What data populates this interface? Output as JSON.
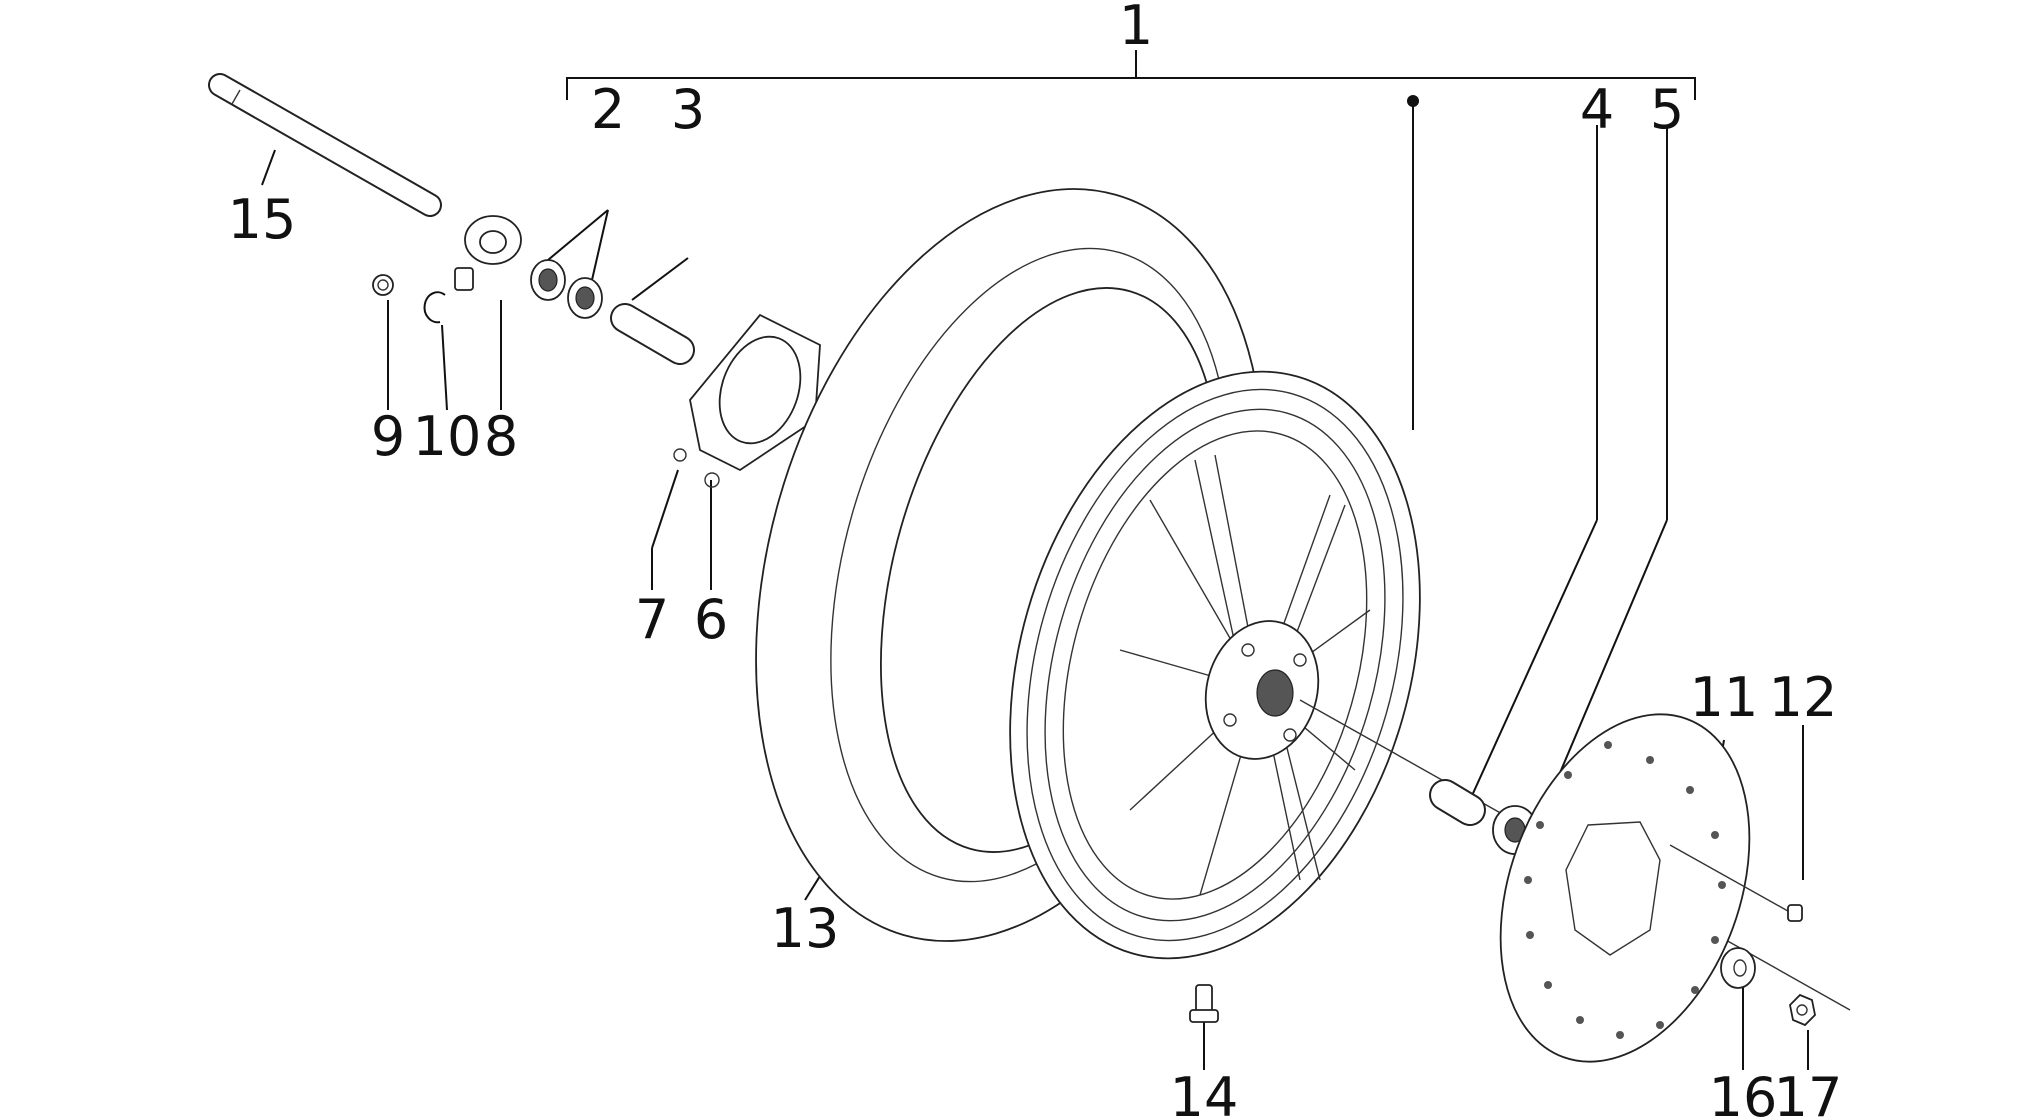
{
  "diagram": {
    "labels": {
      "1": "1",
      "2": "2",
      "3": "3",
      "4": "4",
      "5": "5",
      "6": "6",
      "7": "7",
      "8": "8",
      "9": "9",
      "10": "10",
      "11": "11",
      "12": "12",
      "13": "13",
      "14": "14",
      "15": "15",
      "16": "16",
      "17": "17"
    }
  }
}
